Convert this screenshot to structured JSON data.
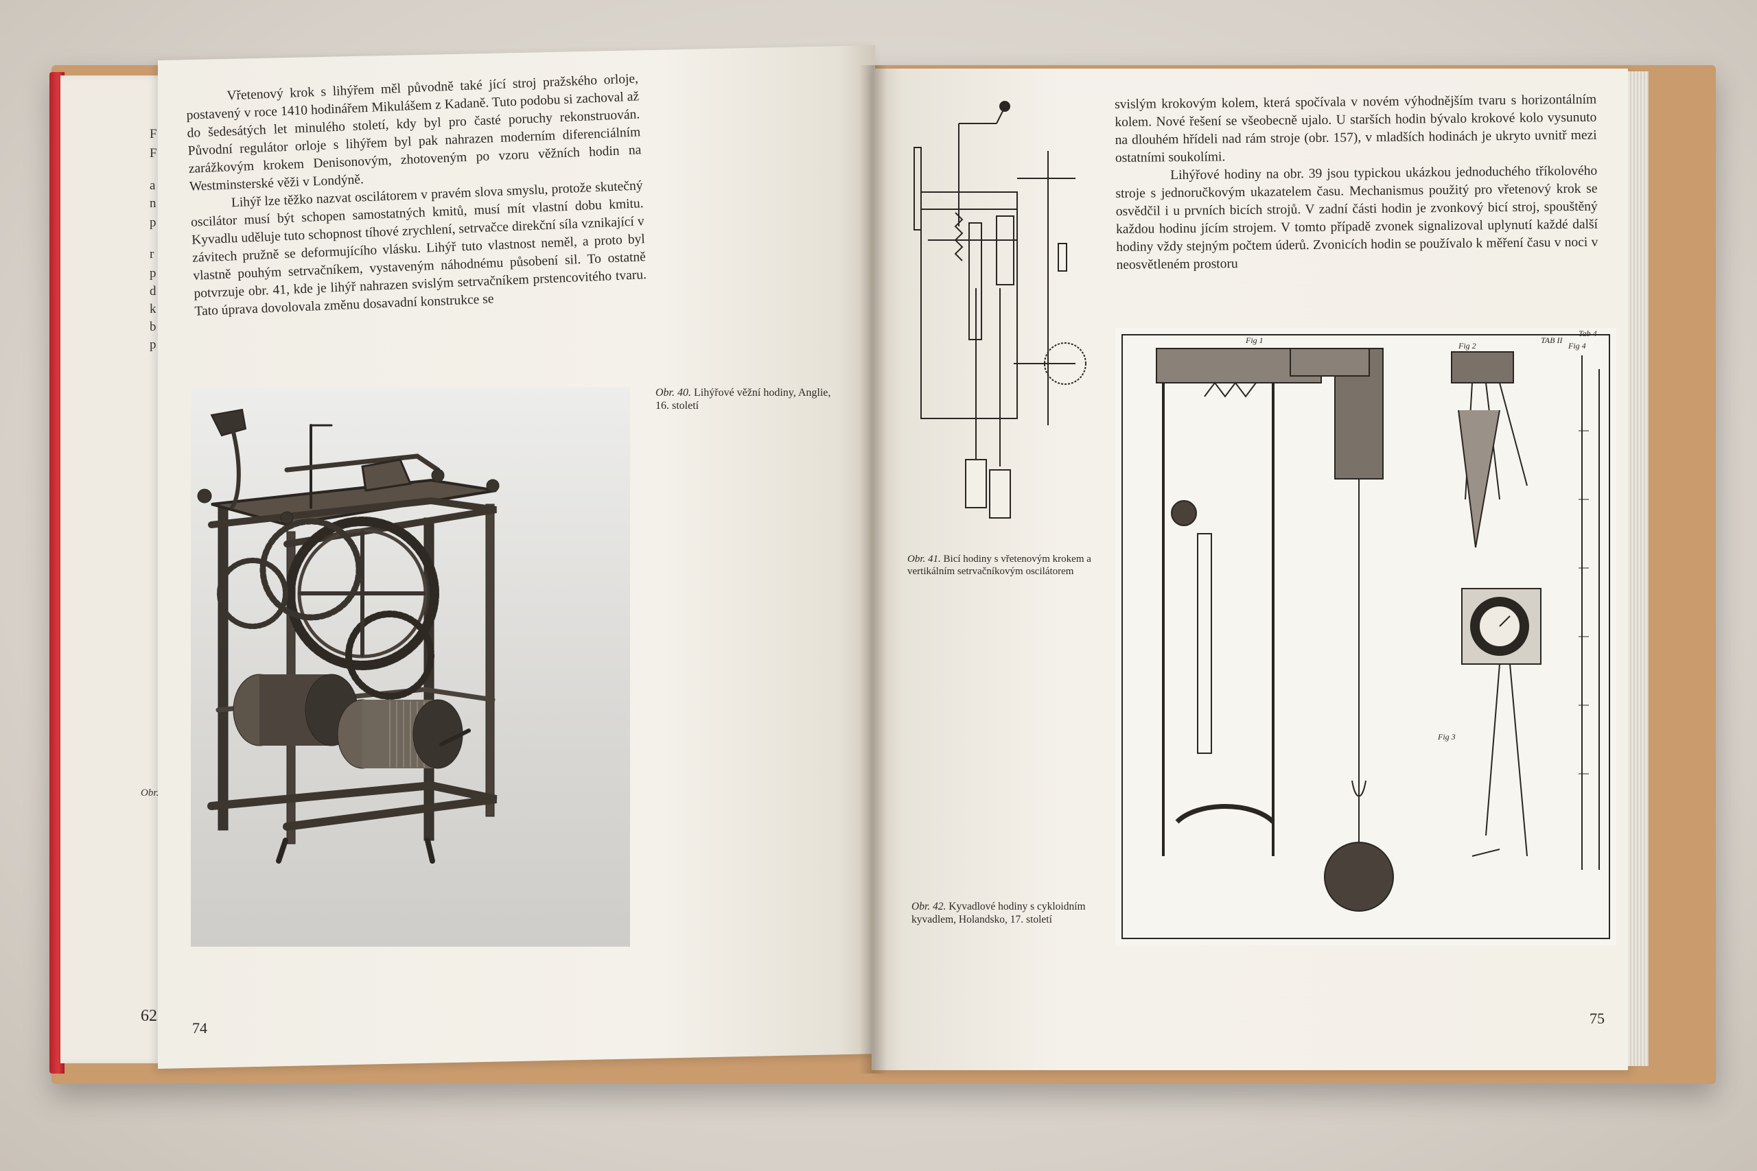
{
  "left_page": {
    "paragraphs": [
      "Vřetenový krok s lihýřem měl původně také jící stroj pražského orloje, postavený v roce 1410 hodinářem Mikulášem z Kadaně. Tuto podobu si zachoval až do šedesátých let minulého století, kdy byl pro časté poruchy rekonstruován. Původní regulátor orloje s lihýřem byl pak nahrazen moderním diferenciálním zarážkovým krokem Denisonovým, zhotoveným po vzoru věžních hodin na Westminsterské věži v Londýně.",
      "Lihýř lze těžko nazvat oscilátorem v pravém slova smyslu, protože skutečný oscilátor musí být schopen samostatných kmitů, musí mít vlastní dobu kmitu. Kyvadlu uděluje tuto schopnost tíhové zrychlení, setrvačce direkční síla vznikající v závitech pružně se deformujícího vlásku. Lihýř tuto vlastnost neměl, a proto byl vlastně pouhým setrvačníkem, vystaveným náhodnému působení sil. To ostatně potvrzuje obr. 41, kde je lihýř nahrazen svislým setrvačníkem prstencovitého tvaru. Tato úprava dovolovala změnu dosavadní konstrukce se"
    ],
    "caption_label": "Obr. 40.",
    "caption_text": "Lihýřové věžní hodiny, Anglie, 16. století",
    "page_number": "74"
  },
  "previous_page": {
    "fragments": [
      "F",
      "F",
      "a",
      "n",
      "p",
      "r",
      "p",
      "d",
      "k",
      "b",
      "p"
    ],
    "obr_fragment": "Obr.",
    "page_number": "62"
  },
  "right_page": {
    "paragraph1": "svislým krokovým kolem, která spočívala v novém výhodnějším tvaru s horizontálním kolem. Nové řešení se všeobecně ujalo. U starších hodin bývalo krokové kolo vysunuto na dlouhém hřídeli nad rám stroje (obr. 157), v mladších hodinách je ukryto uvnitř mezi ostatními soukolími.",
    "paragraph2": "Lihýřové hodiny na obr. 39 jsou typickou ukázkou jednoduchého tříkolového stroje s jednoručkovým ukazatelem času. Mechanismus použitý pro vřetenový krok se osvědčil i u prvních bicích strojů. V zadní části hodin je zvonkový bicí stroj, spouštěný každou hodinu jícím strojem. V tomto případě zvonek signalizoval uplynutí každé další hodiny vždy stejným počtem úderů. Zvonicích hodin se používalo k měření času v noci v neosvětleném prostoru",
    "caption41_label": "Obr. 41.",
    "caption41_text": "Bicí hodiny s vřetenovým krokem a vertikálním setrvačníkovým oscilátorem",
    "caption42_label": "Obr. 42.",
    "caption42_text": "Kyvadlové hodiny s cykloidním kyvadlem, Holandsko, 17. století",
    "page_number": "75",
    "plate_labels": [
      "Fig 1",
      "Fig 2",
      "Fig 3",
      "Fig 4",
      "TAB II",
      "Tab 4"
    ]
  }
}
